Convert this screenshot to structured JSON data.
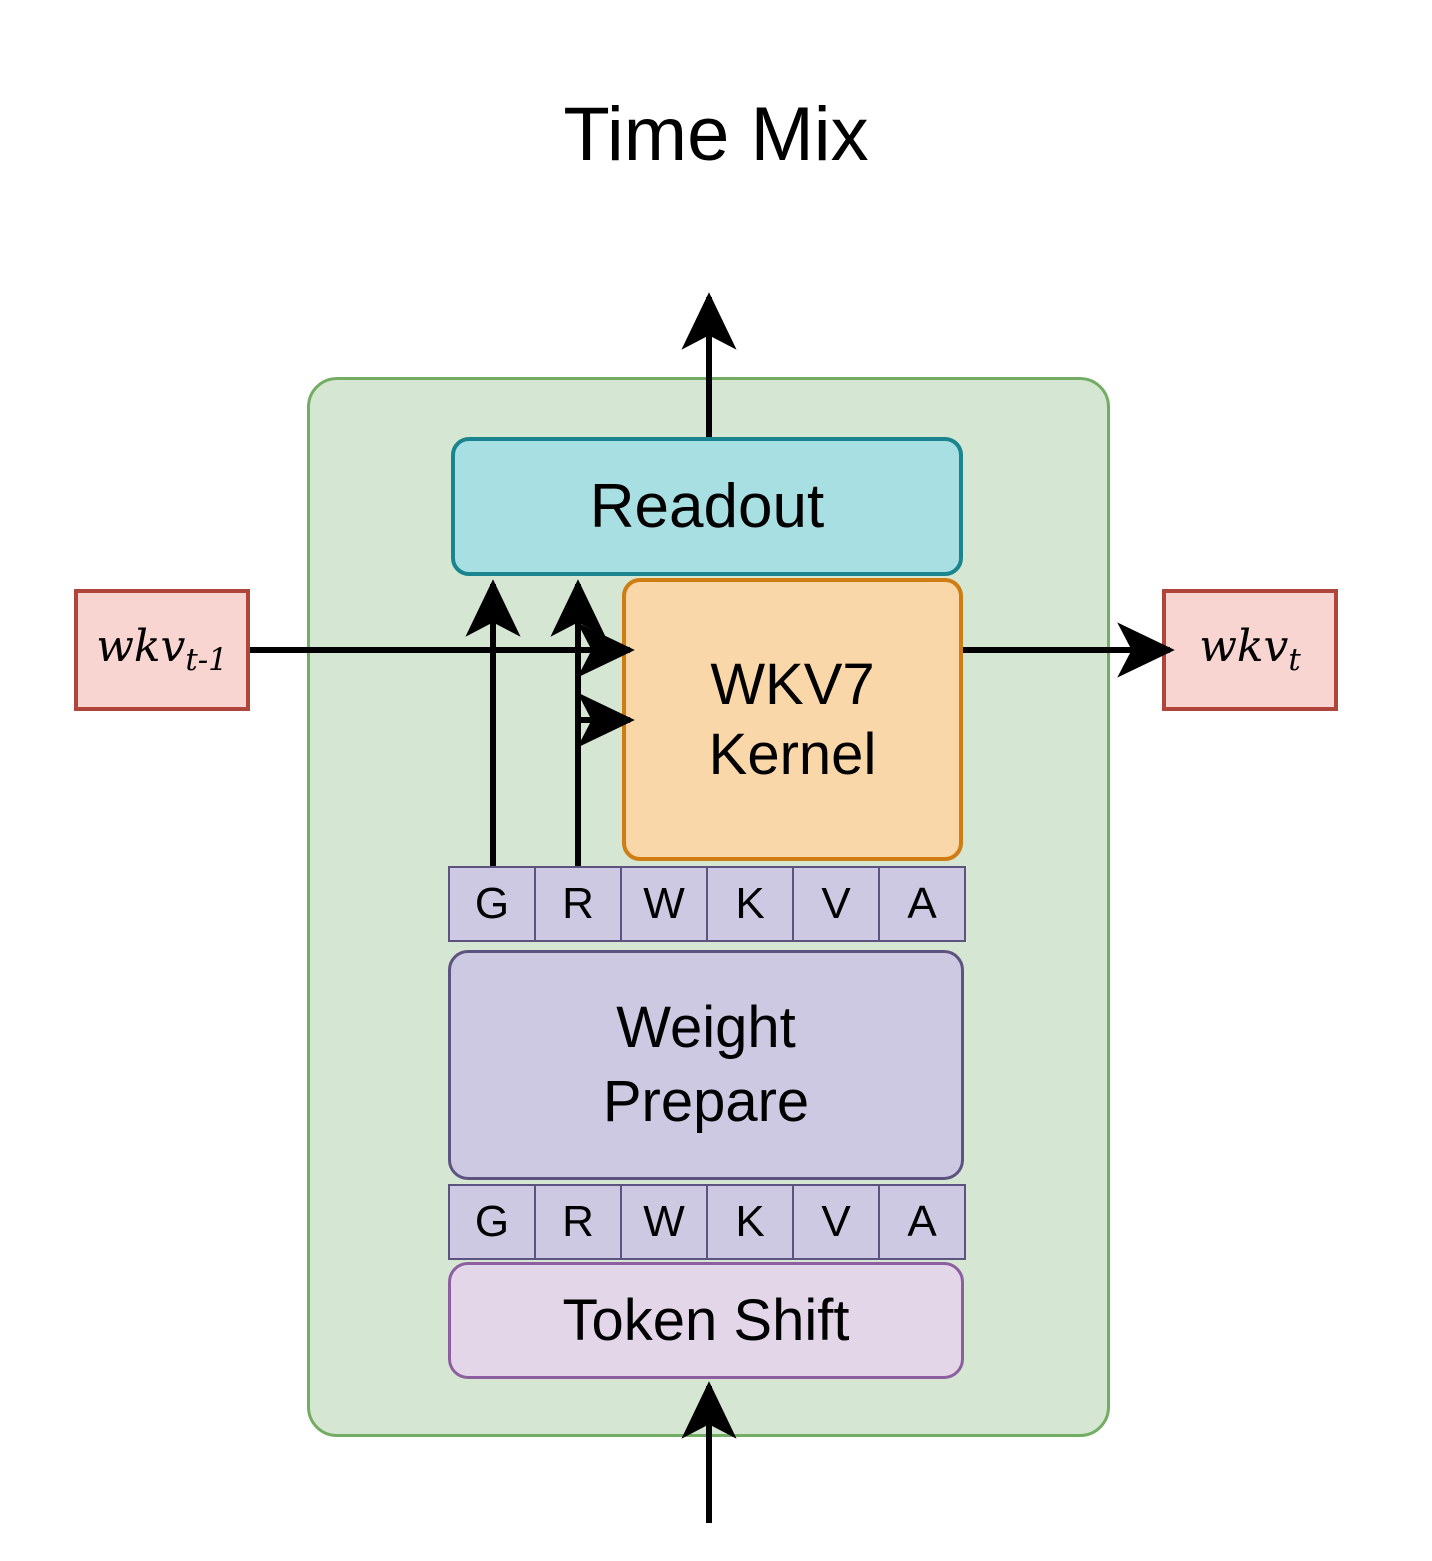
{
  "title": "Time Mix",
  "container": {
    "name": "Time Mix block",
    "fill": "#d5e6d2",
    "stroke": "#72ad63"
  },
  "blocks": {
    "readout": {
      "label": "Readout",
      "fill": "#a8dfe2",
      "stroke": "#1a858f"
    },
    "wkv7_kernel": {
      "label_line1": "WKV7",
      "label_line2": "Kernel",
      "fill": "#fad7a8",
      "stroke": "#cf7d13"
    },
    "weight_prepare": {
      "label_line1": "Weight",
      "label_line2": "Prepare",
      "fill": "#cdc9e3",
      "stroke": "#5d5380"
    },
    "token_shift": {
      "label": "Token Shift",
      "fill": "#e4d6e9",
      "stroke": "#8d5fa0"
    }
  },
  "token_rows": {
    "top": {
      "cells": [
        "G",
        "R",
        "W",
        "K",
        "V",
        "A"
      ],
      "fill": "#cdc9e3",
      "stroke": "#5d5380"
    },
    "bottom": {
      "cells": [
        "G",
        "R",
        "W",
        "K",
        "V",
        "A"
      ],
      "fill": "#cdc9e3",
      "stroke": "#5d5380"
    }
  },
  "state_boxes": {
    "previous": {
      "symbol": "wkv",
      "subscript": "t-1",
      "fill": "#f9d5d1",
      "stroke": "#b0453c"
    },
    "next": {
      "symbol": "wkv",
      "subscript": "t",
      "fill": "#f9d5d1",
      "stroke": "#b0453c"
    }
  },
  "arrows": [
    {
      "name": "input-arrow",
      "from": "below block",
      "to": "Token Shift"
    },
    {
      "name": "output-arrow",
      "from": "Readout",
      "to": "above block"
    },
    {
      "name": "wkv-prev-to-kernel",
      "from": "wkv_{t-1}",
      "to": "WKV7 Kernel"
    },
    {
      "name": "kernel-to-wkv-next",
      "from": "WKV7 Kernel",
      "to": "wkv_t"
    },
    {
      "name": "gate-to-readout",
      "from": "G cell",
      "to": "Readout"
    },
    {
      "name": "receptance-to-readout",
      "from": "R cell",
      "to": "Readout"
    },
    {
      "name": "weights-to-kernel",
      "from": "R column",
      "to": "WKV7 Kernel"
    }
  ]
}
